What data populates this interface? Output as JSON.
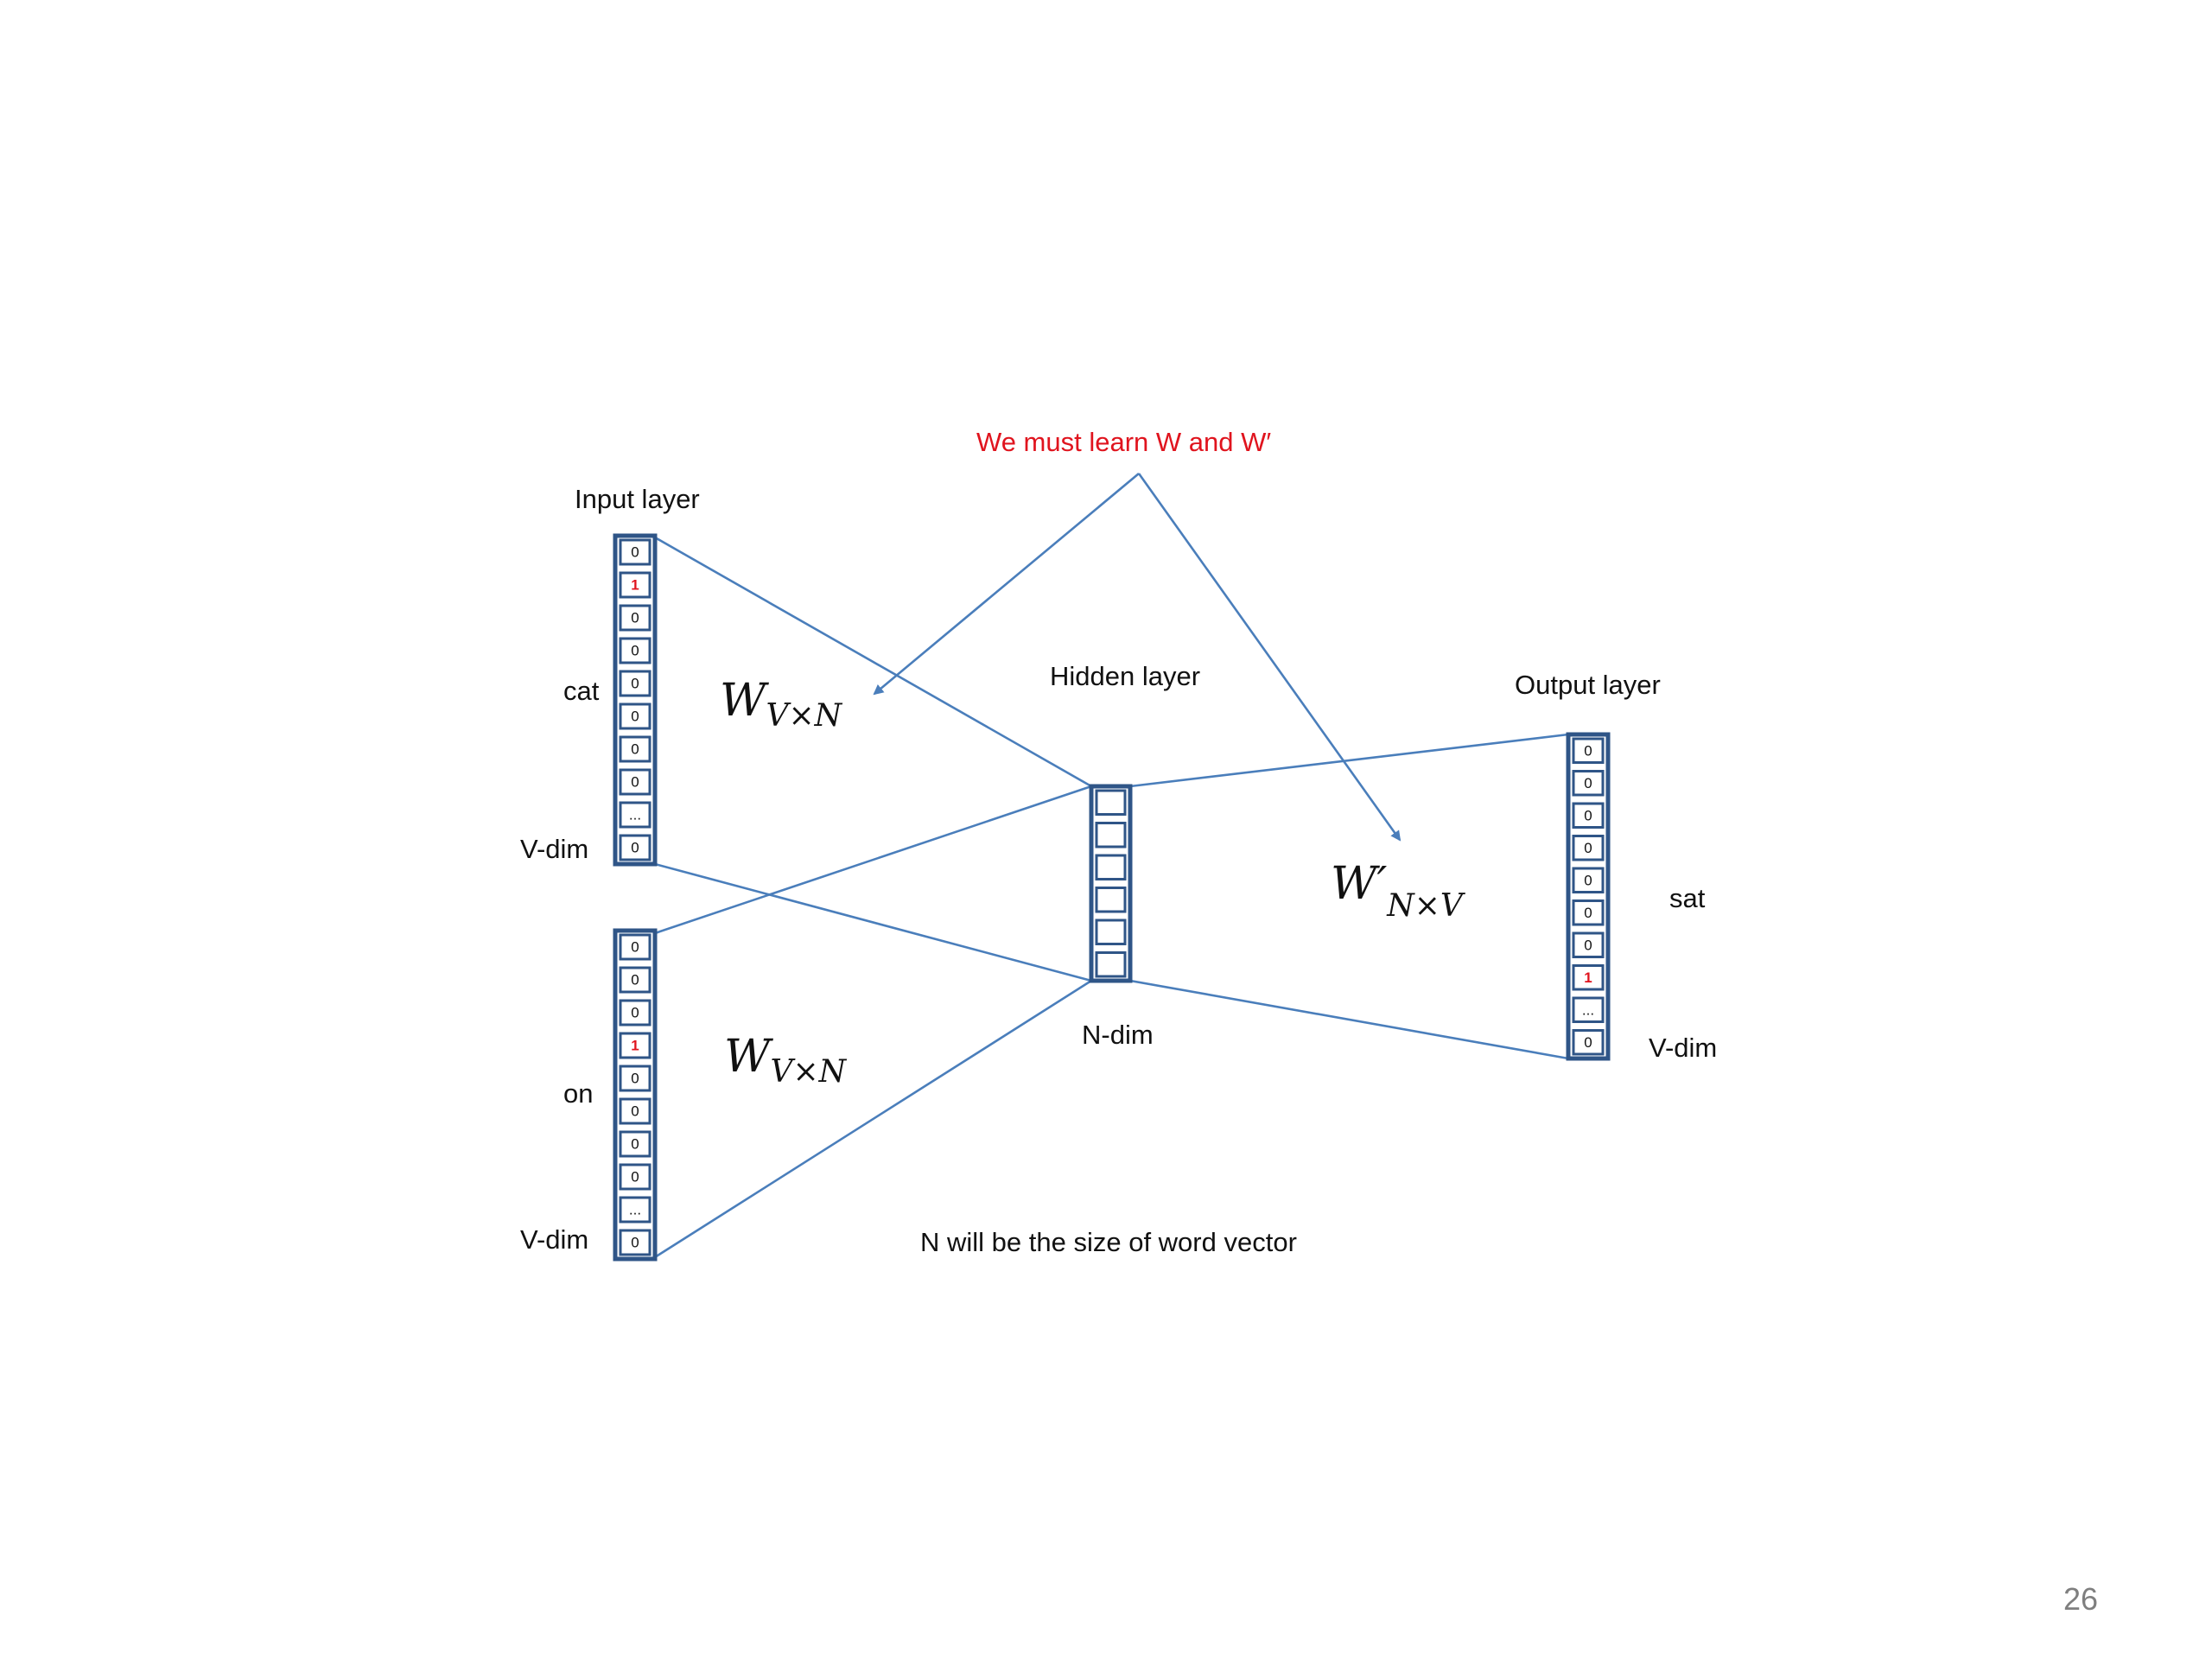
{
  "header_note": "We must learn W and W′",
  "labels": {
    "input_layer": "Input layer",
    "hidden_layer": "Hidden layer",
    "output_layer": "Output layer",
    "n_dim": "N-dim",
    "footnote": "N will be the size of word vector",
    "page_number": "26"
  },
  "input_vectors": [
    {
      "word": "cat",
      "dim_label": "V-dim",
      "cells": [
        "0",
        "1",
        "0",
        "0",
        "0",
        "0",
        "0",
        "0",
        "...",
        "0"
      ],
      "hot_index": 1
    },
    {
      "word": "on",
      "dim_label": "V-dim",
      "cells": [
        "0",
        "0",
        "0",
        "1",
        "0",
        "0",
        "0",
        "0",
        "...",
        "0"
      ],
      "hot_index": 3
    }
  ],
  "output_vector": {
    "word": "sat",
    "dim_label": "V-dim",
    "cells": [
      "0",
      "0",
      "0",
      "0",
      "0",
      "0",
      "0",
      "1",
      "...",
      "0"
    ],
    "hot_index": 7
  },
  "hidden_cells": 6,
  "weights": {
    "input": {
      "symbol": "W",
      "subscript": "V×N"
    },
    "output": {
      "symbol": "W′",
      "subscript": "N×V"
    }
  },
  "colors": {
    "vector_border": "#2f5587",
    "connector": "#4a7ebb",
    "highlight": "#e0141e",
    "page_number": "#7f7f7f"
  }
}
